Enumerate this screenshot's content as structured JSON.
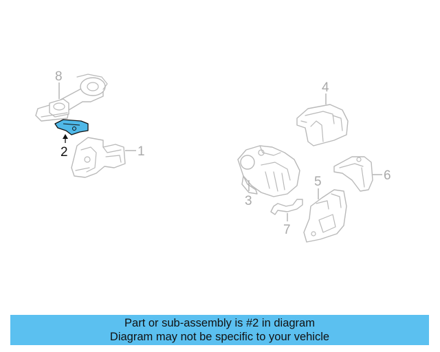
{
  "diagram": {
    "highlight_color": "#4fb8e8",
    "line_color": "#b9b9b9",
    "selected_part": "2",
    "callouts": [
      {
        "id": "c1",
        "label": "1"
      },
      {
        "id": "c2",
        "label": "2"
      },
      {
        "id": "c3",
        "label": "3"
      },
      {
        "id": "c4",
        "label": "4"
      },
      {
        "id": "c5",
        "label": "5"
      },
      {
        "id": "c6",
        "label": "6"
      },
      {
        "id": "c7",
        "label": "7"
      },
      {
        "id": "c8",
        "label": "8"
      }
    ]
  },
  "caption": {
    "line1": "Part or sub-assembly is #2 in diagram",
    "line2": "Diagram may not be specific to your vehicle",
    "background": "#5bc0f0"
  }
}
